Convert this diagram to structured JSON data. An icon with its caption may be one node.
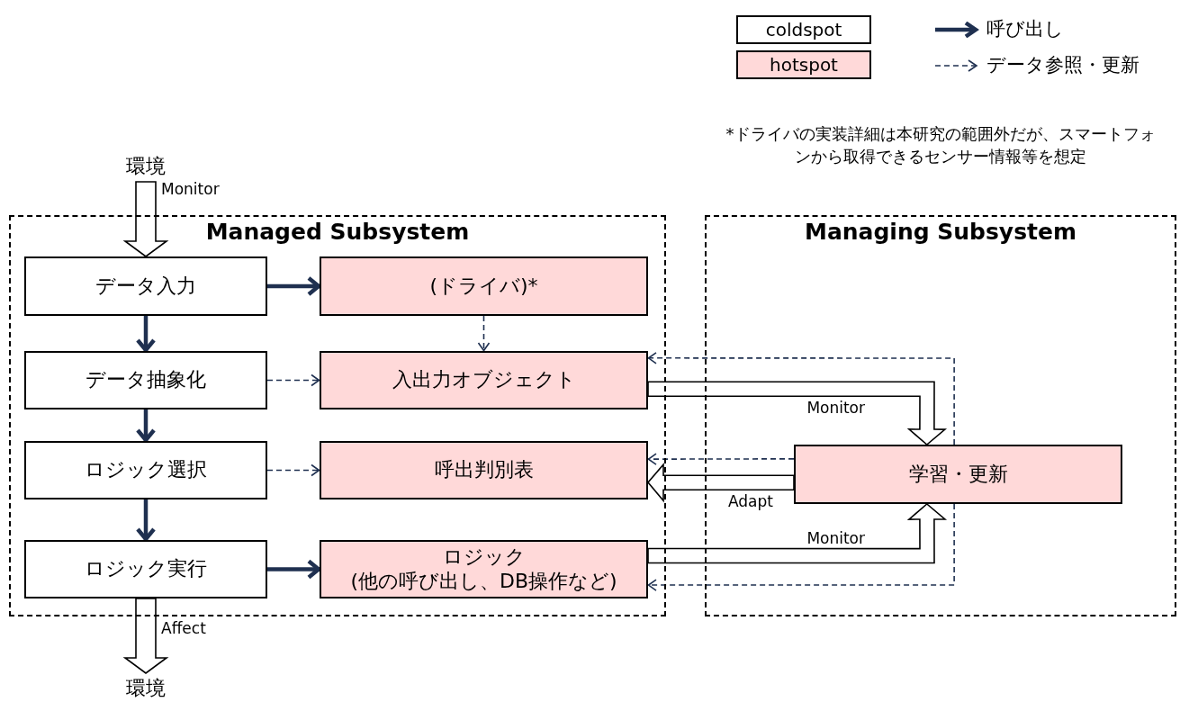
{
  "diagram": {
    "nodes": [
      {
        "text": [
          "Managed Subsystem"
        ]
      },
      {
        "text": [
          "Managing Subsystem"
        ]
      },
      {
        "text": [
          "環境"
        ]
      },
      {
        "text": [
          "データ入力"
        ],
        "in": 0
      },
      {
        "text": [
          "(ドライバ)*"
        ],
        "in": 0
      },
      {
        "text": [
          "データ抽象化"
        ],
        "in": 0
      },
      {
        "text": [
          "入出力オブジェクト"
        ],
        "in": 0
      },
      {
        "text": [
          "ロジック選択"
        ],
        "in": 0
      },
      {
        "text": [
          "呼出判別表"
        ],
        "in": 0
      },
      {
        "text": [
          "ロジック実行"
        ],
        "in": 0
      },
      {
        "text": [
          "ロジック",
          "(他の呼び出し、DB操作など)"
        ],
        "in": 0
      },
      {
        "text": [
          "学習・更新"
        ],
        "in": 1
      },
      {
        "text": [
          "環境"
        ]
      }
    ],
    "edges": [
      {
        "from": 2,
        "to": 3,
        "arrow": "to",
        "label": "Monitor"
      },
      {
        "from": 3,
        "to": 4,
        "arrow": "to",
        "style": "thick",
        "color": "#1f3050"
      },
      {
        "from": 3,
        "to": 5,
        "arrow": "to",
        "style": "thick",
        "color": "#1f3050"
      },
      {
        "from": 5,
        "to": 7,
        "arrow": "to",
        "style": "thick",
        "color": "#1f3050"
      },
      {
        "from": 7,
        "to": 9,
        "arrow": "to",
        "style": "thick",
        "color": "#1f3050"
      },
      {
        "from": 9,
        "to": 10,
        "arrow": "to",
        "style": "thick",
        "color": "#1f3050"
      },
      {
        "from": 4,
        "to": 6,
        "arrow": "to",
        "style": "dashed",
        "color": "#1f3050"
      },
      {
        "from": 5,
        "to": 6,
        "arrow": "to",
        "style": "dashed",
        "color": "#1f3050"
      },
      {
        "from": 7,
        "to": 8,
        "arrow": "to",
        "style": "dashed",
        "color": "#1f3050"
      },
      {
        "from": 6,
        "to": 11,
        "arrow": "to",
        "label": "Monitor"
      },
      {
        "from": 11,
        "to": 8,
        "arrow": "to",
        "label": "Adapt"
      },
      {
        "from": 10,
        "to": 11,
        "arrow": "to",
        "label": "Monitor"
      },
      {
        "from": 11,
        "to": 6,
        "arrow": "to",
        "style": "dashed",
        "color": "#1f3050"
      },
      {
        "from": 11,
        "to": 8,
        "arrow": "to",
        "style": "dashed",
        "color": "#1f3050"
      },
      {
        "from": 11,
        "to": 10,
        "arrow": "to",
        "style": "dashed",
        "color": "#1f3050"
      },
      {
        "from": 9,
        "to": 12,
        "arrow": "to",
        "label": "Affect"
      }
    ],
    "labels": [
      "*ドライバの実装詳細は本研究の範囲外だが、スマートフォンから取得できるセンサー情報等を想定"
    ],
    "legend": [
      {
        "text": "coldspot",
        "color": "#ffffff"
      },
      {
        "text": "hotspot",
        "color": "#ffd9d9"
      },
      {
        "text": "呼び出し"
      },
      {
        "text": "データ参照・更新"
      }
    ]
  }
}
